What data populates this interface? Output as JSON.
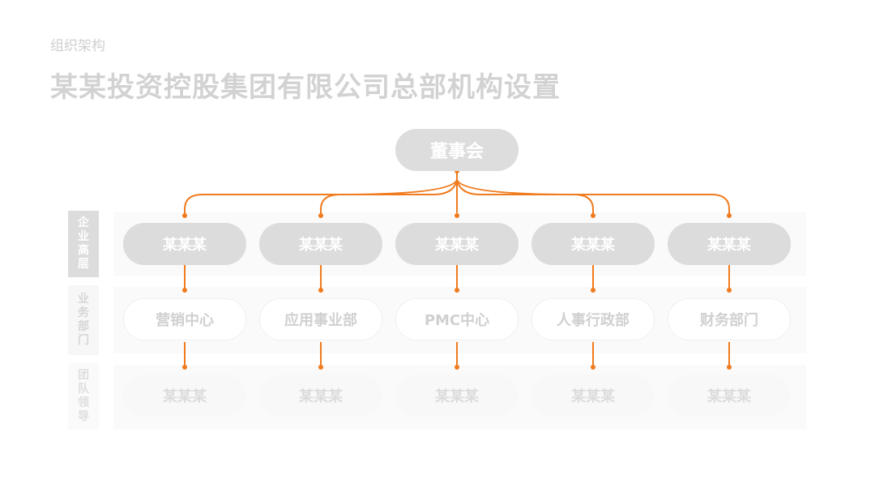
{
  "header": {
    "subtitle": "组织架构",
    "title": "某某投资控股集团有限公司总部机构设置"
  },
  "board": {
    "label": "董事会"
  },
  "side_labels": [
    "企业高层",
    "业务部门",
    "团队领导"
  ],
  "columns": [
    {
      "level1": "某某某",
      "department": "营销中心",
      "leader": "某某某"
    },
    {
      "level1": "某某某",
      "department": "应用事业部",
      "leader": "某某某"
    },
    {
      "level1": "某某某",
      "department": "PMC中心",
      "leader": "某某某"
    },
    {
      "level1": "某某某",
      "department": "人事行政部",
      "leader": "某某某"
    },
    {
      "level1": "某某某",
      "department": "财务部门",
      "leader": "某某某"
    }
  ],
  "colors": {
    "connector": "#f07b1e",
    "box": "#dcdcdc"
  }
}
